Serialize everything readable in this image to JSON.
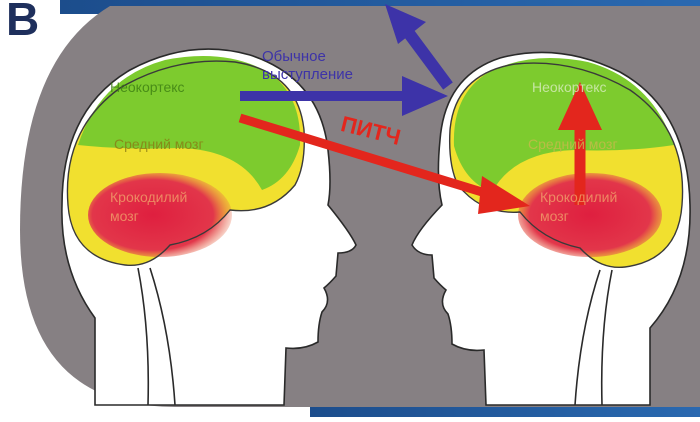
{
  "slide_letter": "В",
  "arrows": {
    "normal_label_line1": "Обычное",
    "normal_label_line2": "выступление",
    "pitch_label": "ПИТЧ"
  },
  "left_head": {
    "neocortex": "Неокортекс",
    "midbrain": "Средний мозг",
    "croc_line1": "Крокодилий",
    "croc_line2": "мозг"
  },
  "right_head": {
    "neocortex": "Неокортекс",
    "midbrain": "Средний мозг",
    "croc_line1": "Крокодилий",
    "croc_line2": "мозг"
  },
  "colors": {
    "background": "#868083",
    "neocortex": "#7dcb2e",
    "midbrain": "#f1e02f",
    "crocodile": "#df2a47",
    "normal_arrow": "#3d33a8",
    "pitch_arrow": "#e3261d"
  }
}
